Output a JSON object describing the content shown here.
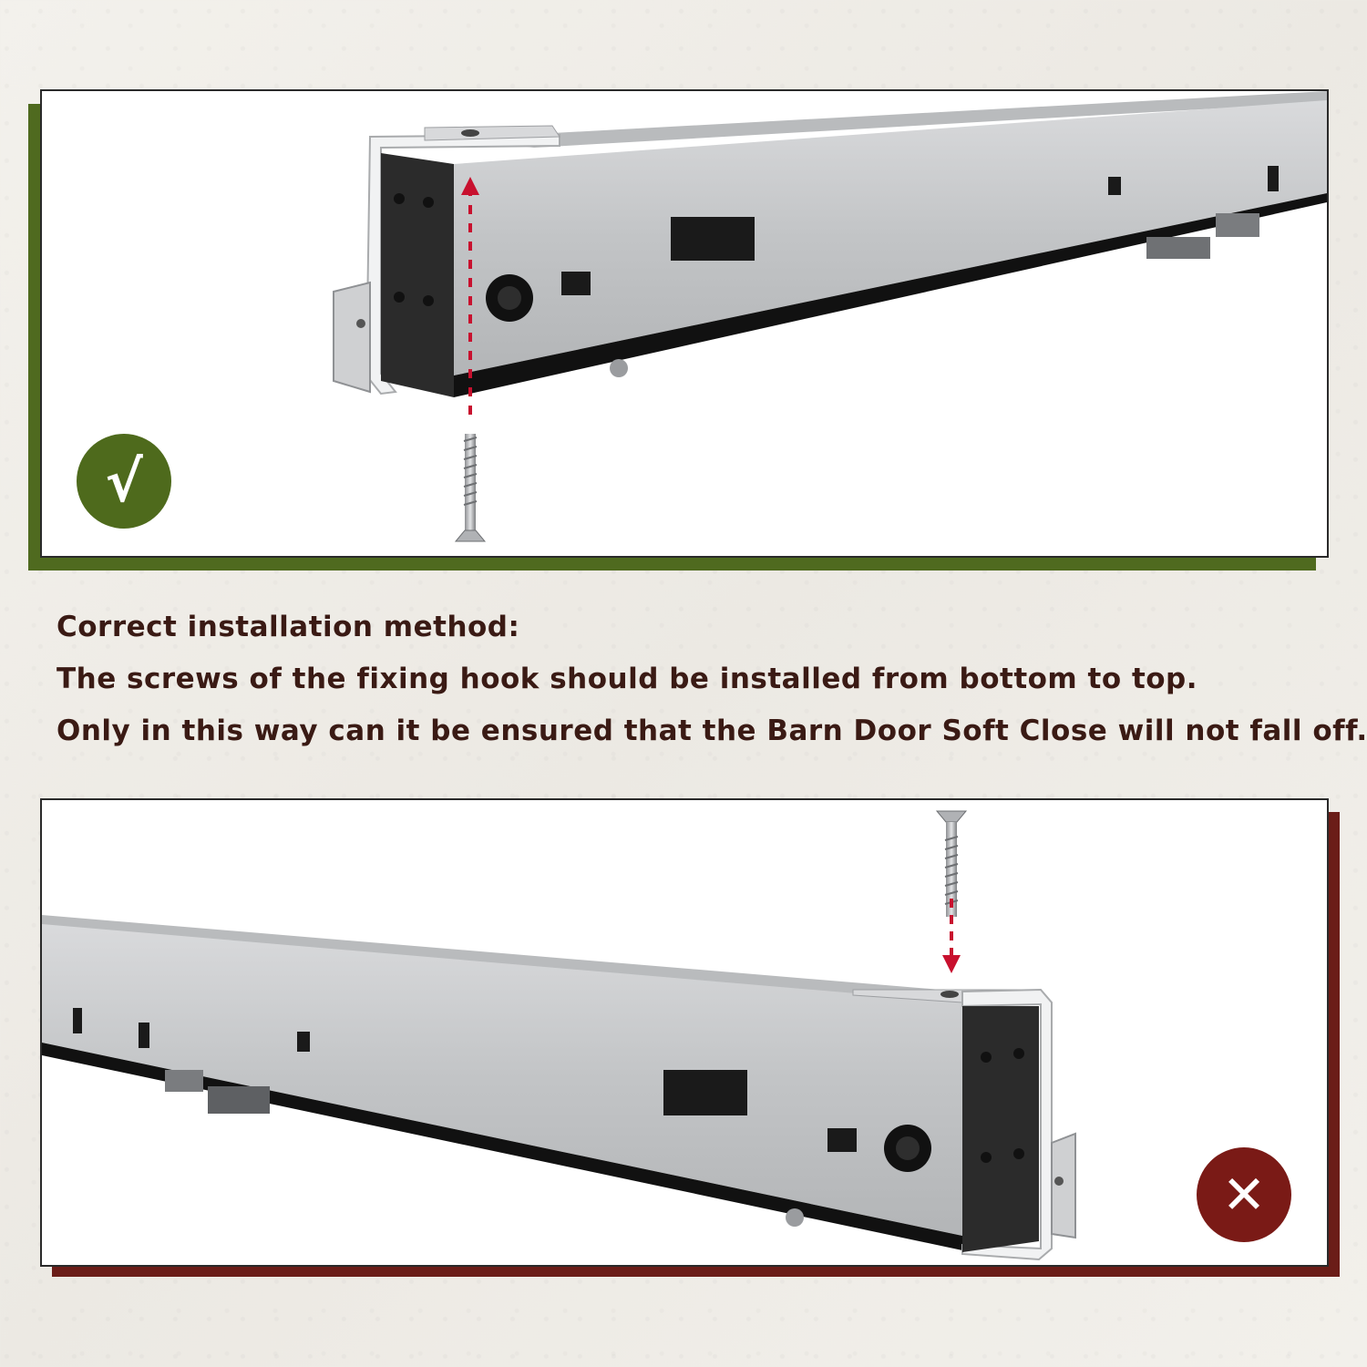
{
  "colors": {
    "correct": "#4e6a1c",
    "incorrect": "#7a1a16",
    "text": "#3a1a14",
    "arrow": "#c8102e",
    "rail": "#c9cacc",
    "end_cap": "#2b2b2b"
  },
  "top_panel": {
    "status": "correct",
    "badge_icon": "check-mark-icon",
    "badge_glyph": "√"
  },
  "captions": {
    "line1": "Correct installation method:",
    "line2": "The screws of the fixing hook should be installed from bottom to top.",
    "line3": "Only in this way can it be ensured that the Barn Door Soft Close will not fall off."
  },
  "bottom_panel": {
    "status": "incorrect",
    "badge_icon": "cross-mark-icon",
    "badge_glyph": "✕"
  }
}
